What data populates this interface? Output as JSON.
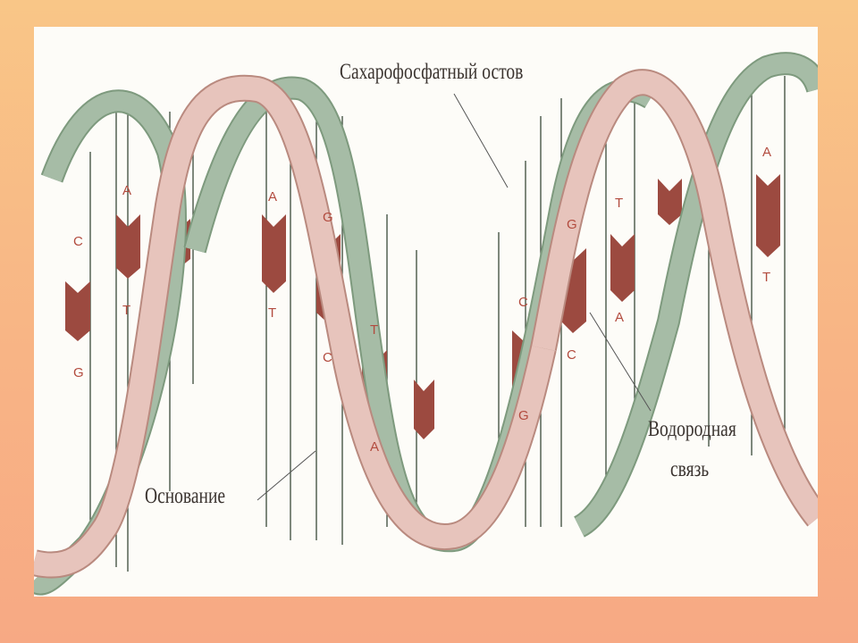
{
  "labels": {
    "backbone": "Сахарофосфатный остов",
    "base": "Основание",
    "hbond_line1": "Водородная",
    "hbond_line2": "связь"
  },
  "colors": {
    "background": "#f9c687",
    "panel": "#fdfcf8",
    "strand_green": "#a6bca6",
    "strand_pink": "#e7c4bc",
    "base_pair": "#9c4a40",
    "letters": "#b24b3e"
  },
  "base_pairs": [
    {
      "top": "C",
      "bottom": "G"
    },
    {
      "top": "A",
      "bottom": "T"
    },
    {
      "top": "",
      "bottom": ""
    },
    {
      "top": "A",
      "bottom": "T"
    },
    {
      "top": "G",
      "bottom": "C"
    },
    {
      "top": "T",
      "bottom": "A"
    },
    {
      "top": "",
      "bottom": ""
    },
    {
      "top": "C",
      "bottom": "G"
    },
    {
      "top": "G",
      "bottom": "C"
    },
    {
      "top": "T",
      "bottom": "A"
    },
    {
      "top": "",
      "bottom": ""
    },
    {
      "top": "A",
      "bottom": "T"
    }
  ]
}
